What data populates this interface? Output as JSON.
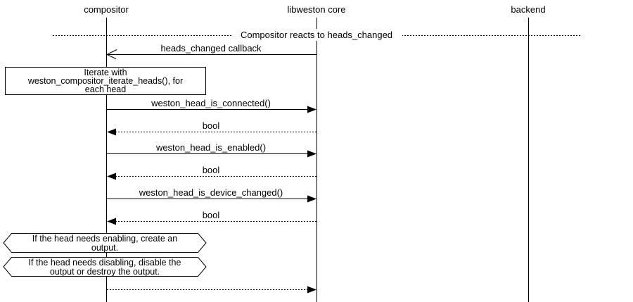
{
  "diagram": {
    "title": "Compositor reacts to heads_changed",
    "actors": [
      {
        "label": "compositor"
      },
      {
        "label": "libweston core"
      },
      {
        "label": "backend"
      }
    ],
    "messages": {
      "callback": "heads_changed callback",
      "connected": "weston_head_is_connected()",
      "connected_return": "bool",
      "enabled": "weston_head_is_enabled()",
      "enabled_return": "bool",
      "device_changed": "weston_head_is_device_changed()",
      "device_changed_return": "bool"
    },
    "notes": {
      "iterate": {
        "line1": "Iterate with",
        "line2": "weston_compositor_iterate_heads(), for",
        "line3": "each head"
      },
      "enabling": {
        "line1": "If the head needs enabling, create an",
        "line2": "output."
      },
      "disabling": {
        "line1": "If the head needs disabling, disable the",
        "line2": "output or destroy the output."
      }
    },
    "colors": {
      "ink": "#000000",
      "paper": "#ffffff"
    }
  }
}
